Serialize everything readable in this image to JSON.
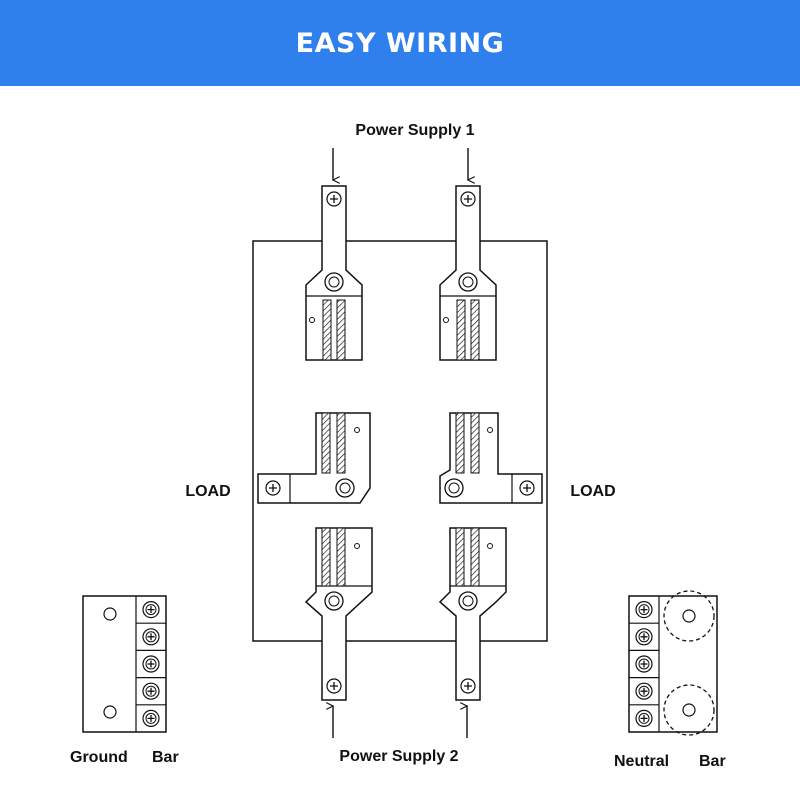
{
  "banner": {
    "title": "EASY WIRING",
    "color": "#2f80ed"
  },
  "labels": {
    "power_supply_1": "Power Supply 1",
    "power_supply_2": "Power Supply 2",
    "load_left": "LOAD",
    "load_right": "LOAD",
    "ground_word": "Ground",
    "ground_bar_word": "Bar",
    "neutral_word": "Neutral",
    "neutral_bar_word": "Bar"
  },
  "icons": [
    "screw-icon",
    "down-arrow-icon",
    "up-arrow-icon"
  ]
}
